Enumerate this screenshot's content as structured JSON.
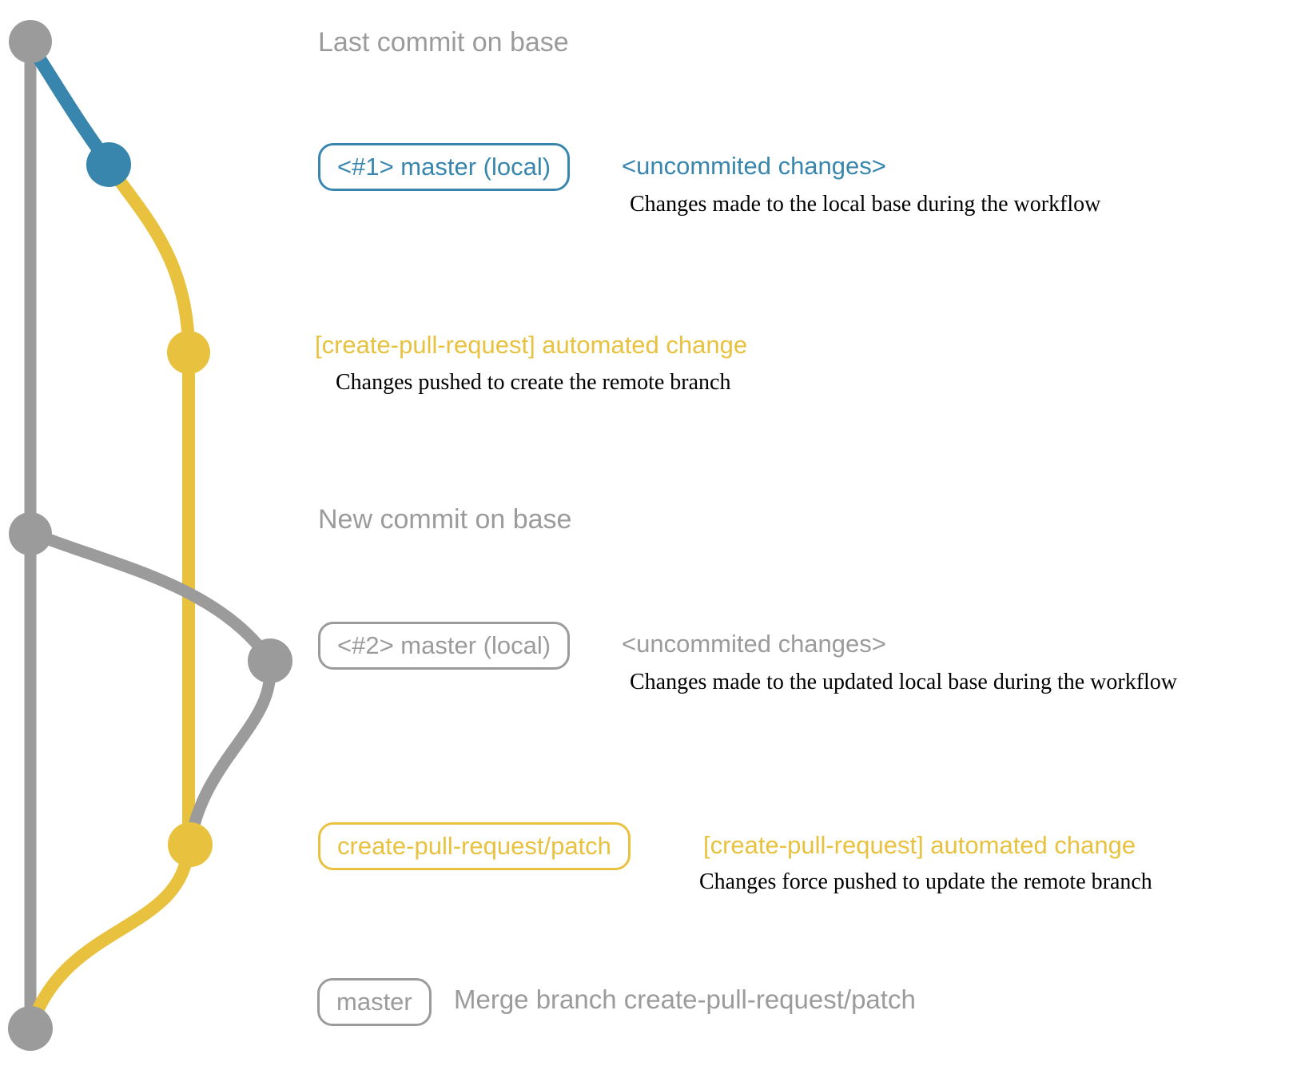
{
  "colors": {
    "gray": "#9b9b9b",
    "blue": "#3886ad",
    "yellow": "#e8c23f",
    "ink": "#000000"
  },
  "diagram": {
    "title_top": "Last commit on base",
    "title_mid": "New commit on base",
    "wf1_local": {
      "badge": "<#1> master (local)",
      "label": "<uncommited changes>",
      "desc": "Changes made to the local base during the workflow"
    },
    "wf1_remote": {
      "label": "[create-pull-request] automated change",
      "desc": "Changes pushed to create the remote branch"
    },
    "wf2_local": {
      "badge": "<#2> master (local)",
      "label": "<uncommited changes>",
      "desc": "Changes made to the updated local base during the workflow"
    },
    "wf2_remote": {
      "badge": "create-pull-request/patch",
      "label": "[create-pull-request] automated change",
      "desc": "Changes force pushed to update the remote branch"
    },
    "merge": {
      "badge": "master",
      "label": "Merge branch create-pull-request/patch"
    }
  }
}
